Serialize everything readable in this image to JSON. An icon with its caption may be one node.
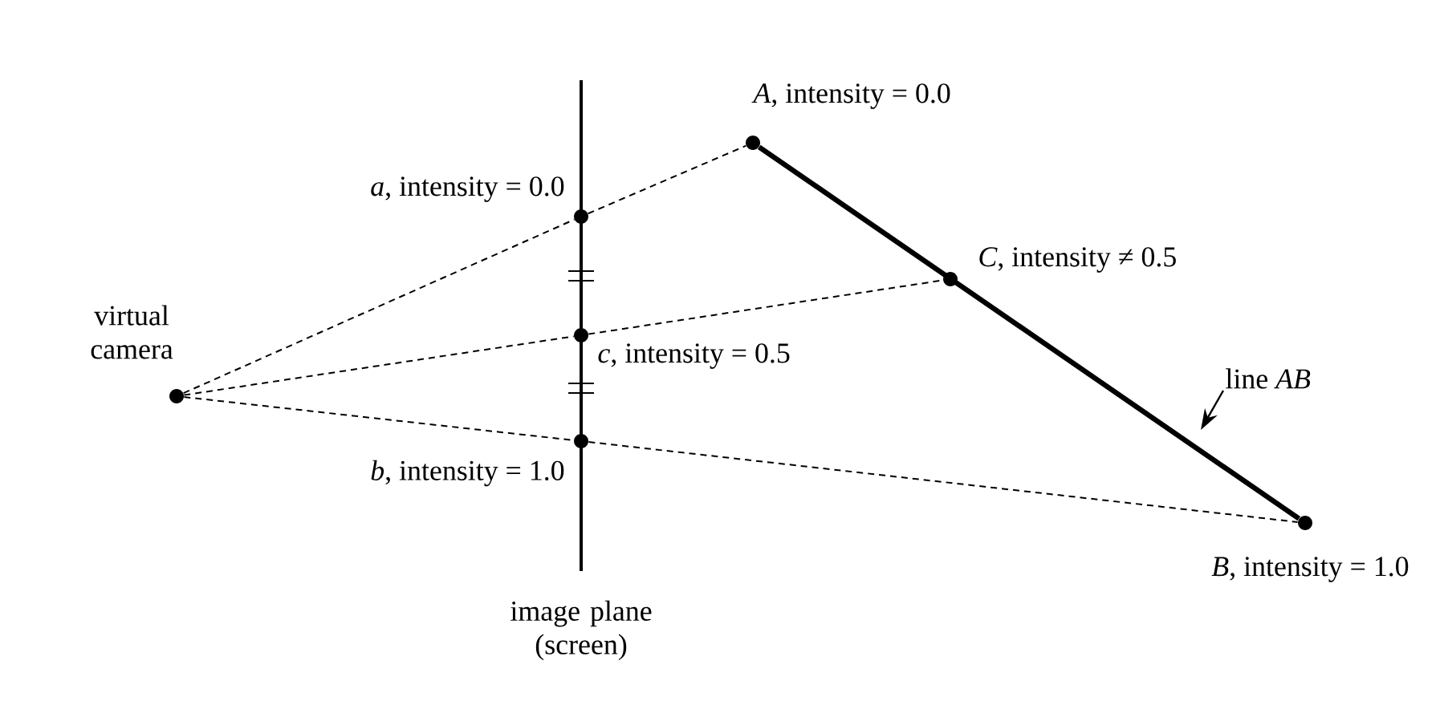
{
  "diagram": {
    "nodes": [
      {
        "text": [],
        "shape": "circle",
        "beside": [
          "virtual camera"
        ]
      },
      {
        "text": [],
        "shape": "circle",
        "beside": [
          "*a*, intensity = 0.0"
        ]
      },
      {
        "text": [],
        "shape": "circle",
        "beside": [
          "*c*, intensity = 0.5"
        ]
      },
      {
        "text": [],
        "shape": "circle",
        "beside": [
          "*b*, intensity = 1.0"
        ]
      },
      {
        "text": [],
        "shape": "circle",
        "beside": [
          "*A*, intensity = 0.0"
        ]
      },
      {
        "text": [],
        "shape": "circle",
        "beside": [
          "*C*, intensity ≠ 0.5"
        ]
      },
      {
        "text": [],
        "shape": "circle",
        "beside": [
          "*B*, intensity = 1.0"
        ]
      },
      {
        "text": [
          "line *AB*"
        ]
      }
    ],
    "edges": [
      {
        "from": 0,
        "to": 1,
        "arrow": "none",
        "style": "dashed"
      },
      {
        "from": 1,
        "to": 4,
        "arrow": "none",
        "style": "dashed"
      },
      {
        "from": 0,
        "to": 2,
        "arrow": "none",
        "style": "dashed"
      },
      {
        "from": 2,
        "to": 5,
        "arrow": "none",
        "style": "dashed"
      },
      {
        "from": 0,
        "to": 3,
        "arrow": "none",
        "style": "dashed"
      },
      {
        "from": 3,
        "to": 6,
        "arrow": "none",
        "style": "dashed"
      },
      {
        "from": 4,
        "to": 6,
        "arrow": "none",
        "style": "thick"
      },
      {
        "from": 7,
        "to": null,
        "arrow": "to"
      }
    ],
    "labels": [
      "image plane (screen)"
    ]
  }
}
